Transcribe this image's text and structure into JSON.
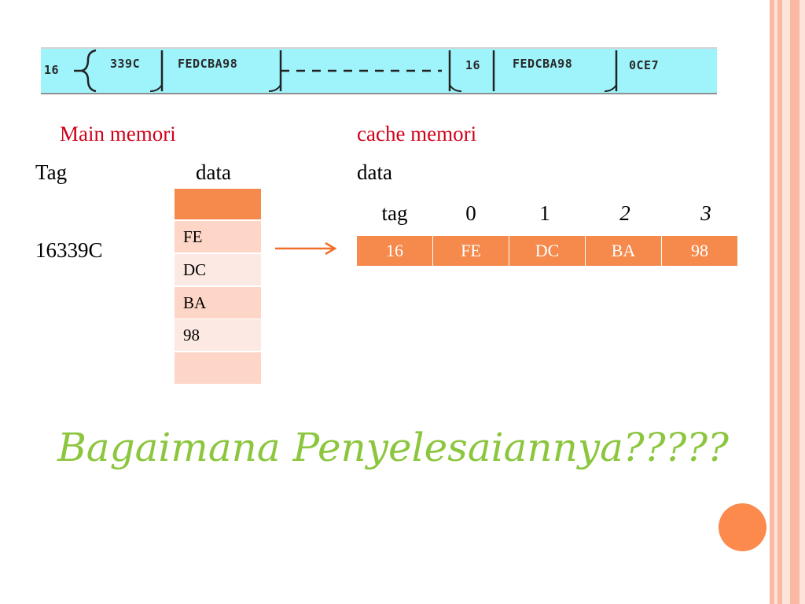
{
  "address_bar": {
    "tag": "16",
    "line": "339C",
    "data1": "FEDCBA98",
    "tag2": "16",
    "data2": "FEDCBA98",
    "word": "0CE7"
  },
  "main_memory": {
    "title": "Main memori",
    "tag_header": "Tag",
    "data_header": "data",
    "address": "16339C",
    "cells": [
      "",
      "FE",
      "DC",
      "BA",
      "98",
      ""
    ]
  },
  "cache_memory": {
    "title": "cache memori",
    "data_header": "data",
    "columns": [
      "tag",
      "0",
      "1",
      "2",
      "3"
    ],
    "row": [
      "16",
      "FE",
      "DC",
      "BA",
      "98"
    ]
  },
  "question": "Bagaimana Penyelesaiannya?????",
  "colors": {
    "accent": "#f58a4c",
    "title_red": "#d0021b",
    "question_green": "#8cc63f",
    "strip_bg": "#9ff3fb"
  }
}
